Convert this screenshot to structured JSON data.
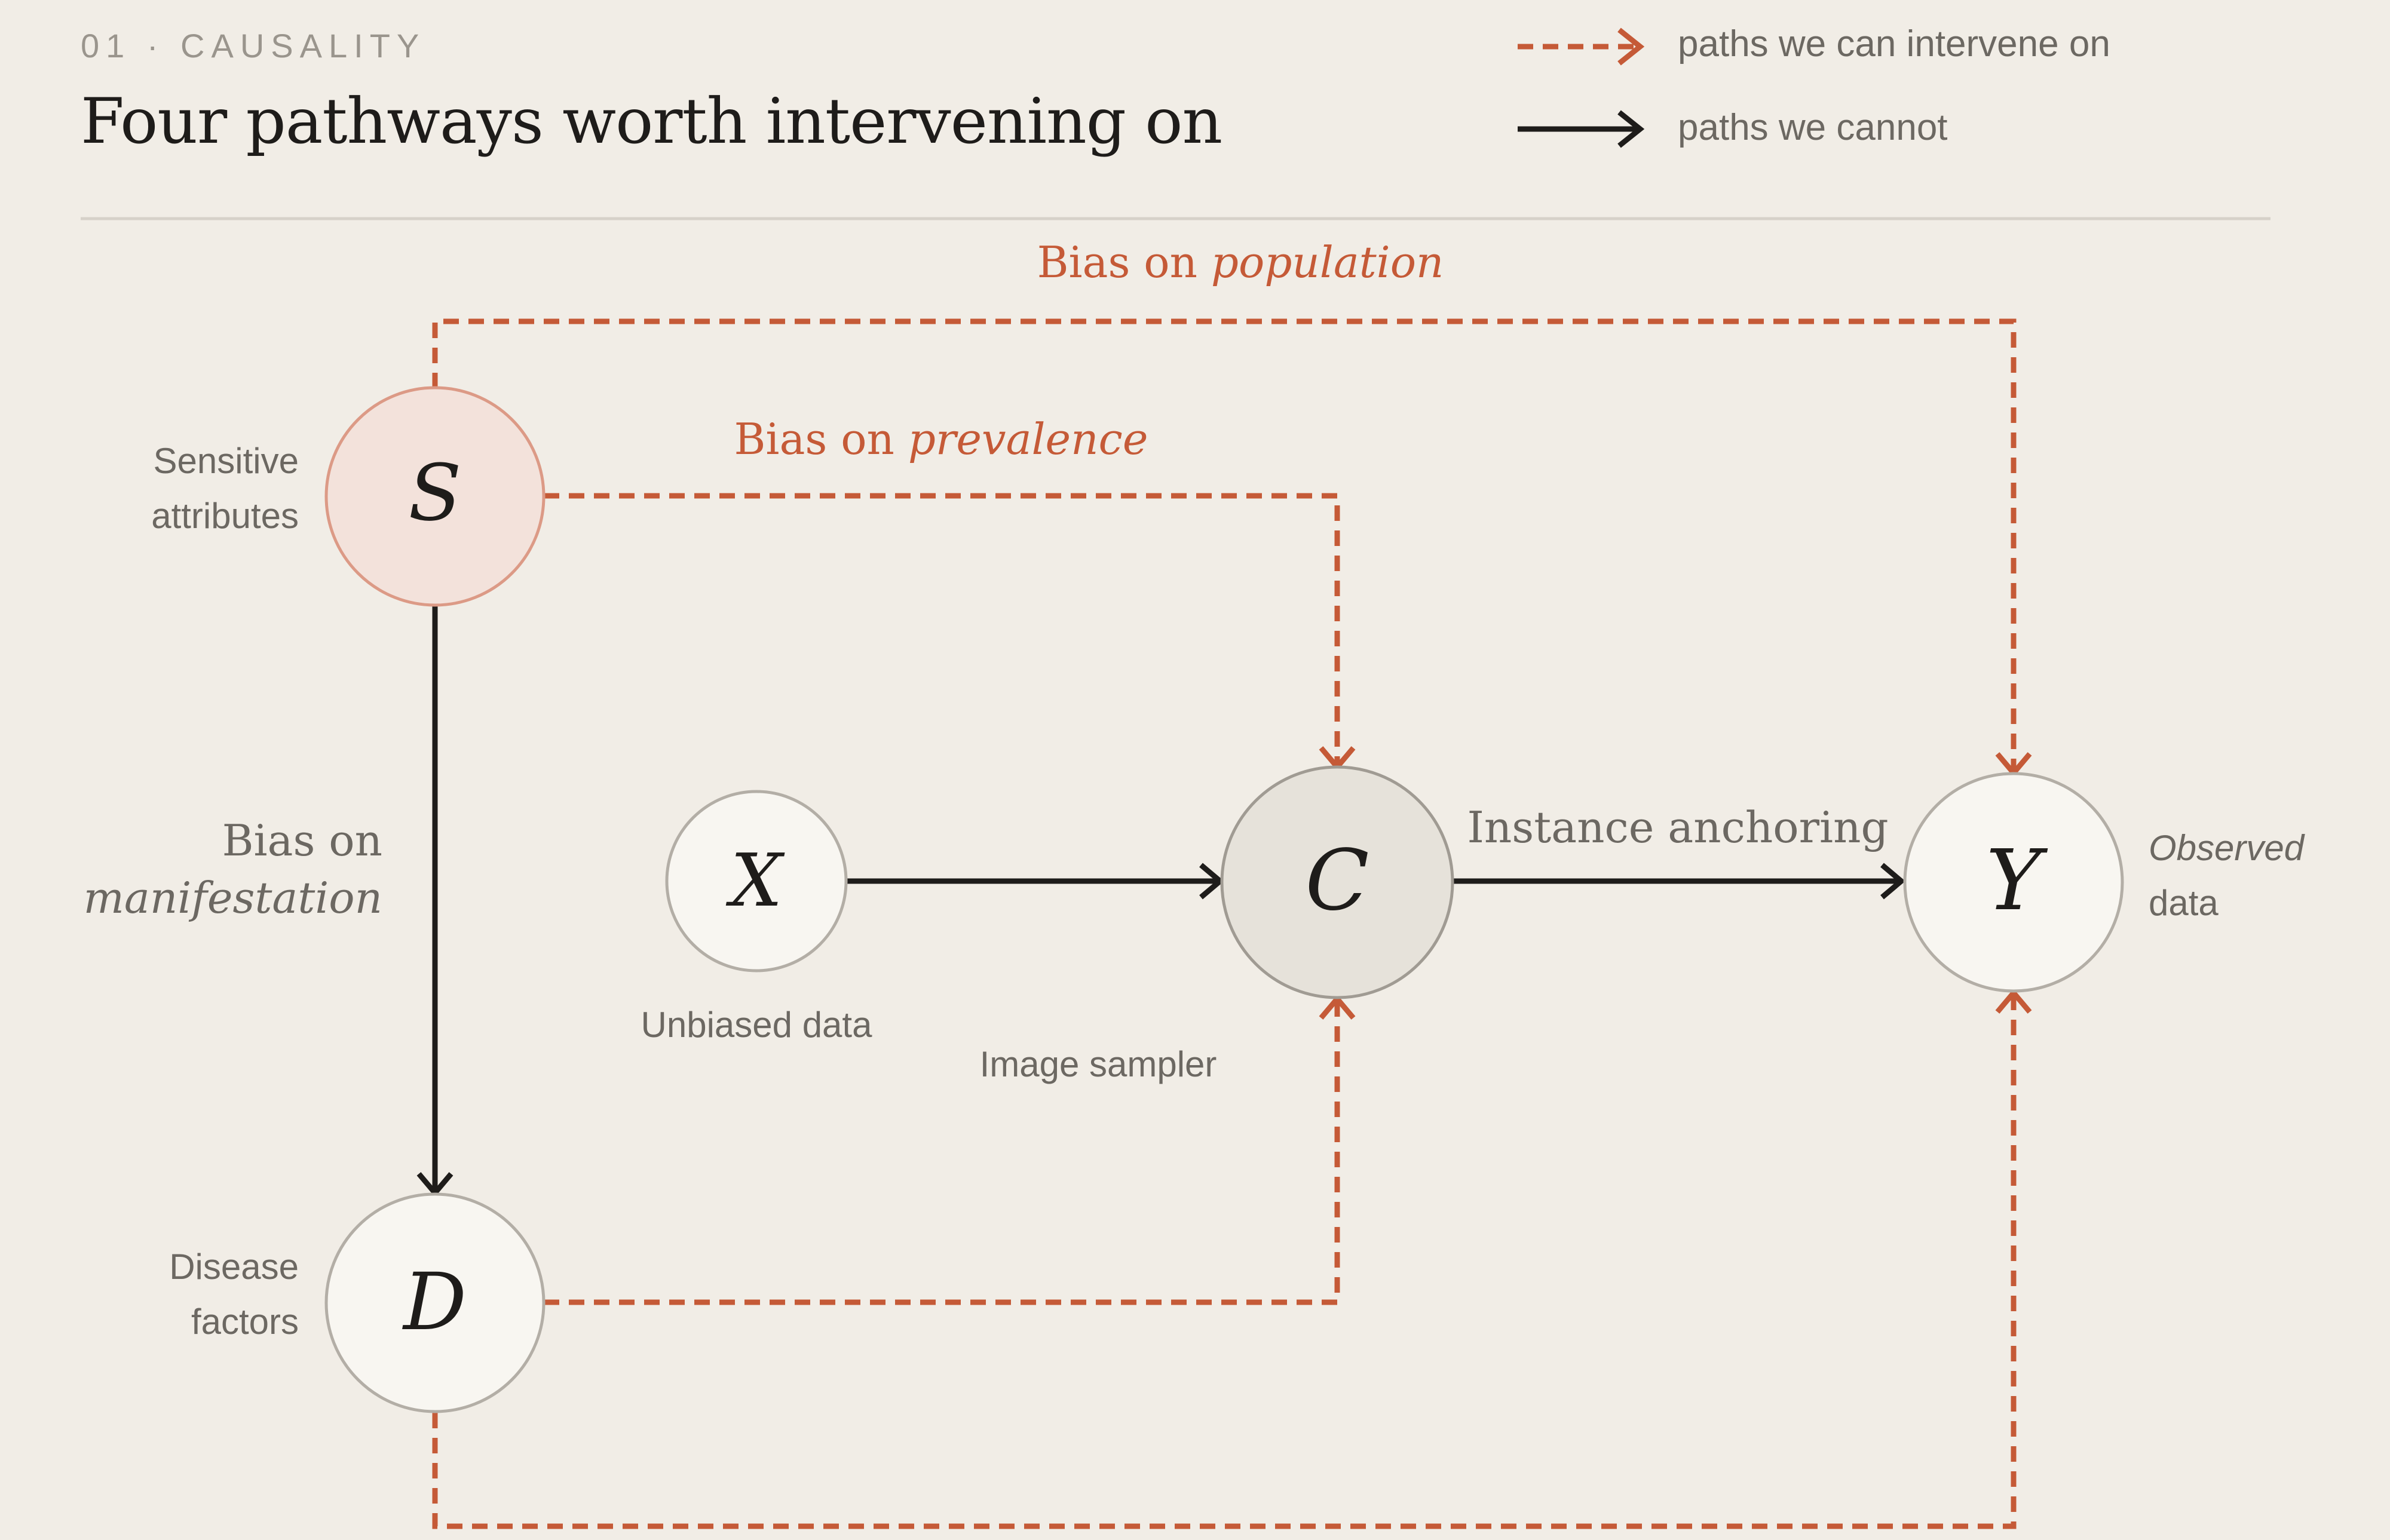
{
  "header": {
    "eyebrow": "01 · CAUSALITY",
    "title": "Four pathways worth intervening on"
  },
  "legend": {
    "intervene": "paths we can intervene on",
    "cannot": "paths we cannot"
  },
  "colors": {
    "background": "#f1ede6",
    "accent": "#c55a37",
    "ink": "#1e1c1a",
    "muted": "#6c6862"
  },
  "nodes": {
    "s": {
      "symbol": "S",
      "label_1": "Sensitive",
      "label_2": "attributes"
    },
    "x": {
      "symbol": "X",
      "label": "Unbiased data"
    },
    "c": {
      "symbol": "C",
      "label": "Image sampler"
    },
    "y": {
      "symbol": "Y",
      "label_1": "Observed",
      "label_2": "data"
    },
    "d": {
      "symbol": "D",
      "label_1": "Disease",
      "label_2": "factors"
    }
  },
  "edges": {
    "population": {
      "prefix": "Bias on ",
      "emphasis": "population"
    },
    "prevalence": {
      "prefix": "Bias on ",
      "emphasis": "prevalence"
    },
    "manifestation": {
      "line_1": "Bias on",
      "line_2": "manifestation"
    },
    "anchoring": "Instance anchoring"
  }
}
